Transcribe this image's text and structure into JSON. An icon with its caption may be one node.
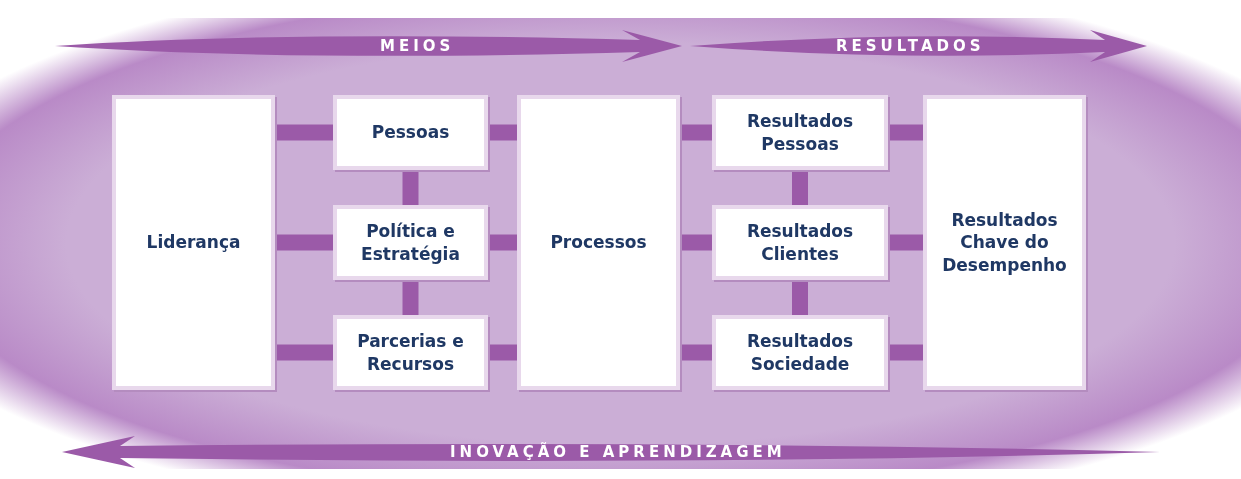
{
  "diagram": {
    "nodes": [
      {
        "text": [
          "Liderança"
        ]
      },
      {
        "text": [
          "Pessoas"
        ]
      },
      {
        "text": [
          "Política e Estratégia"
        ]
      },
      {
        "text": [
          "Parcerias e Recursos"
        ]
      },
      {
        "text": [
          "Processos"
        ]
      },
      {
        "text": [
          "Resultados Pessoas"
        ]
      },
      {
        "text": [
          "Resultados Clientes"
        ]
      },
      {
        "text": [
          "Resultados Sociedade"
        ]
      },
      {
        "text": [
          "Resultados Chave do Desempenho"
        ]
      }
    ],
    "edges": [
      {
        "from": 0,
        "to": 1,
        "arrow": "none"
      },
      {
        "from": 0,
        "to": 2,
        "arrow": "none"
      },
      {
        "from": 0,
        "to": 3,
        "arrow": "none"
      },
      {
        "from": 1,
        "to": 2,
        "arrow": "none"
      },
      {
        "from": 2,
        "to": 3,
        "arrow": "none"
      },
      {
        "from": 1,
        "to": 4,
        "arrow": "none"
      },
      {
        "from": 2,
        "to": 4,
        "arrow": "none"
      },
      {
        "from": 3,
        "to": 4,
        "arrow": "none"
      },
      {
        "from": 4,
        "to": 5,
        "arrow": "none"
      },
      {
        "from": 4,
        "to": 6,
        "arrow": "none"
      },
      {
        "from": 4,
        "to": 7,
        "arrow": "none"
      },
      {
        "from": 5,
        "to": 6,
        "arrow": "none"
      },
      {
        "from": 6,
        "to": 7,
        "arrow": "none"
      },
      {
        "from": 5,
        "to": 8,
        "arrow": "none"
      },
      {
        "from": 6,
        "to": 8,
        "arrow": "none"
      },
      {
        "from": 7,
        "to": 8,
        "arrow": "none"
      }
    ],
    "labels": [
      "MEIOS",
      "RESULTADOS",
      "INOVAÇÃO E APRENDIZAGEM"
    ]
  }
}
